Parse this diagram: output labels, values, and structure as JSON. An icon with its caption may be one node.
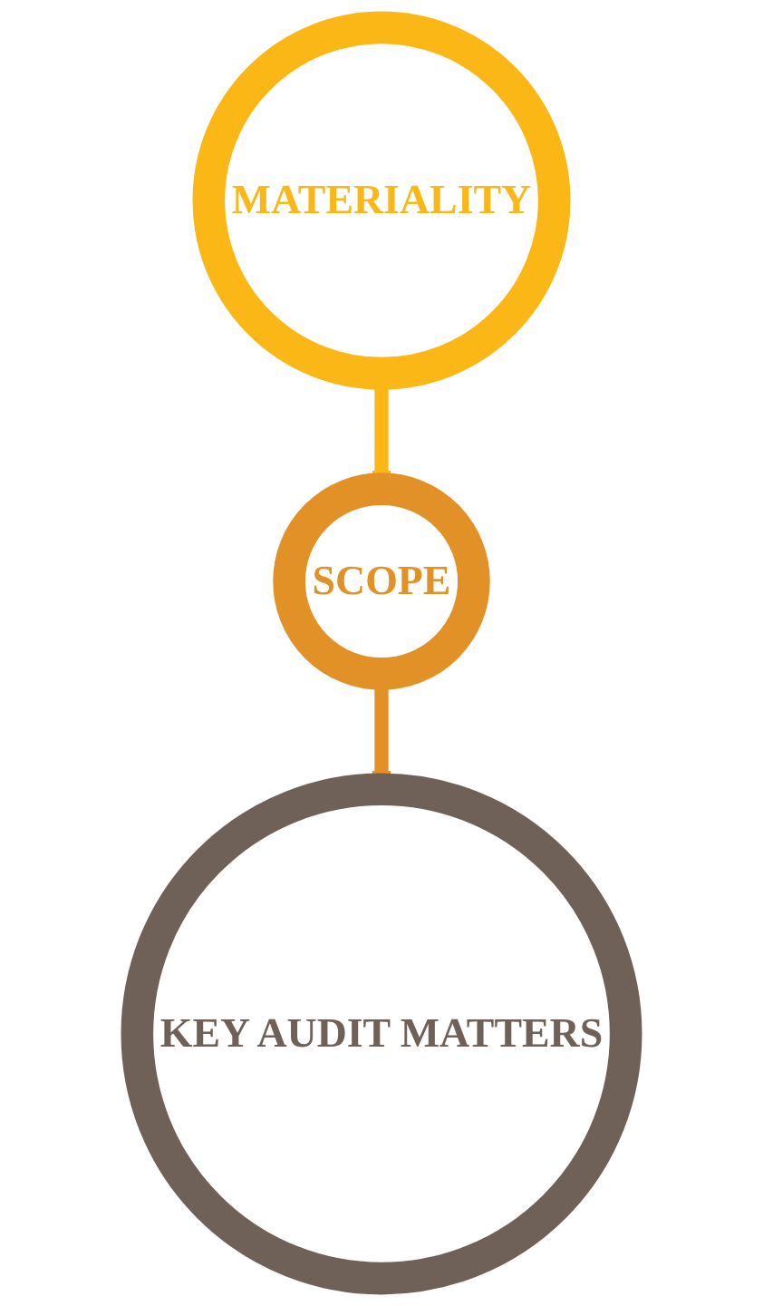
{
  "diagram": {
    "nodes": [
      {
        "text": [
          "MATERIALITY"
        ]
      },
      {
        "text": [
          "SCOPE"
        ]
      },
      {
        "text": [
          "KEY AUDIT MATTERS"
        ]
      }
    ],
    "edges": [
      {
        "from": 0,
        "to": 1,
        "arrow": "to",
        "color": "#fbb716"
      },
      {
        "from": 1,
        "to": 2,
        "arrow": "to",
        "color": "#e29126"
      }
    ]
  }
}
